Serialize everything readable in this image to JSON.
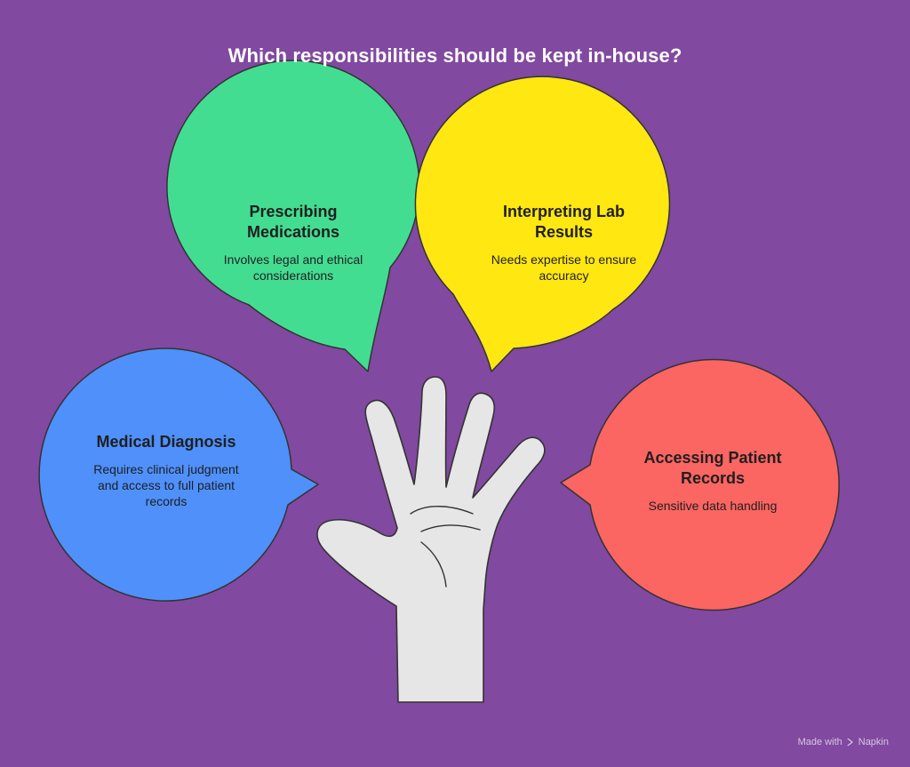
{
  "title": "Which responsibilities should be kept in-house?",
  "bubbles": [
    {
      "heading": "Prescribing Medications",
      "description": "Involves legal and ethical considerations",
      "color": "#43dd92"
    },
    {
      "heading": "Interpreting Lab Results",
      "description": "Needs expertise to ensure accuracy",
      "color": "#ffe711"
    },
    {
      "heading": "Medical Diagnosis",
      "description": "Requires clinical judgment and access to full patient records",
      "color": "#4f90fb"
    },
    {
      "heading": "Accessing Patient Records",
      "description": "Sensitive data handling",
      "color": "#fb6562"
    }
  ],
  "colors": {
    "background": "#8149a0",
    "hand": "#e6e6e6",
    "outline": "#333333"
  },
  "footer": {
    "prefix": "Made with",
    "brand": "Napkin",
    "icon": "napkin-logo-icon"
  }
}
